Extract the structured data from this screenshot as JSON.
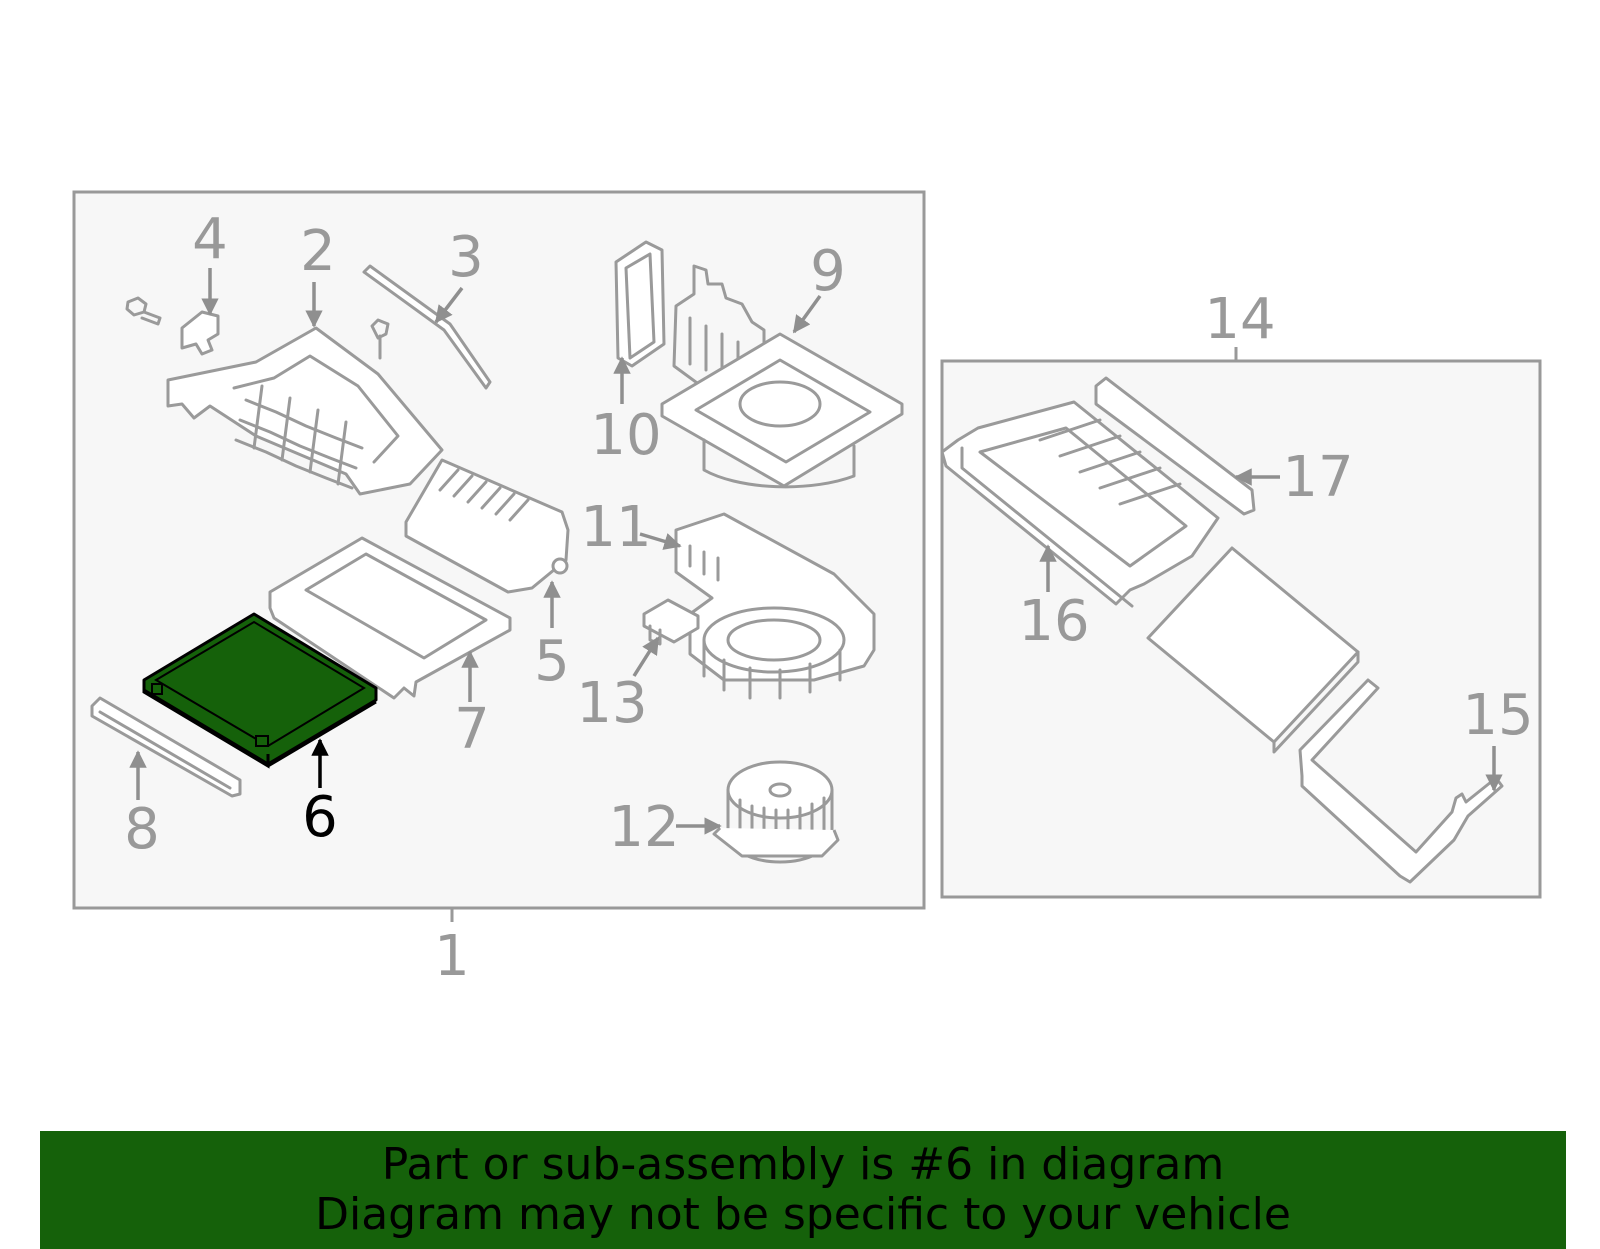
{
  "colors": {
    "panel_background": "#f7f7f7",
    "panel_border": "#999999",
    "part_outline": "#9a9a9a",
    "highlight_fill": "#15610a",
    "highlight_outline": "#000000",
    "banner_background": "#15610a",
    "banner_text": "#000000"
  },
  "highlighted_part": "6",
  "callouts": {
    "c1": "1",
    "c2": "2",
    "c3": "3",
    "c4": "4",
    "c5": "5",
    "c6": "6",
    "c7": "7",
    "c8": "8",
    "c9": "9",
    "c10": "10",
    "c11": "11",
    "c12": "12",
    "c13": "13",
    "c14": "14",
    "c15": "15",
    "c16": "16",
    "c17": "17"
  },
  "banner": {
    "line1": "Part or sub-assembly is #6 in diagram",
    "line2": "Diagram may not be specific to your vehicle"
  }
}
